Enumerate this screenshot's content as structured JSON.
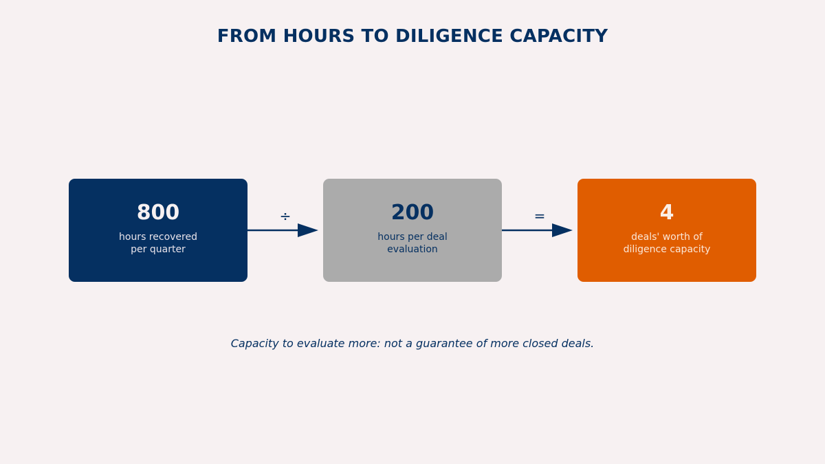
{
  "title": "FROM HOURS TO DILIGENCE CAPACITY",
  "steps": [
    {
      "value": "800",
      "label": "hours recovered\nper quarter"
    },
    {
      "value": "200",
      "label": "hours per deal\nevaluation"
    },
    {
      "value": "4",
      "label": "deals' worth of\ndiligence capacity"
    }
  ],
  "operators": [
    "÷",
    "="
  ],
  "caption": "Capacity to evaluate more: not a guarantee of more closed deals.",
  "colors": {
    "background": "#f7f1f2",
    "primary_navy": "#053061",
    "neutral_gray": "#ababab",
    "accent_orange": "#e05d00"
  }
}
